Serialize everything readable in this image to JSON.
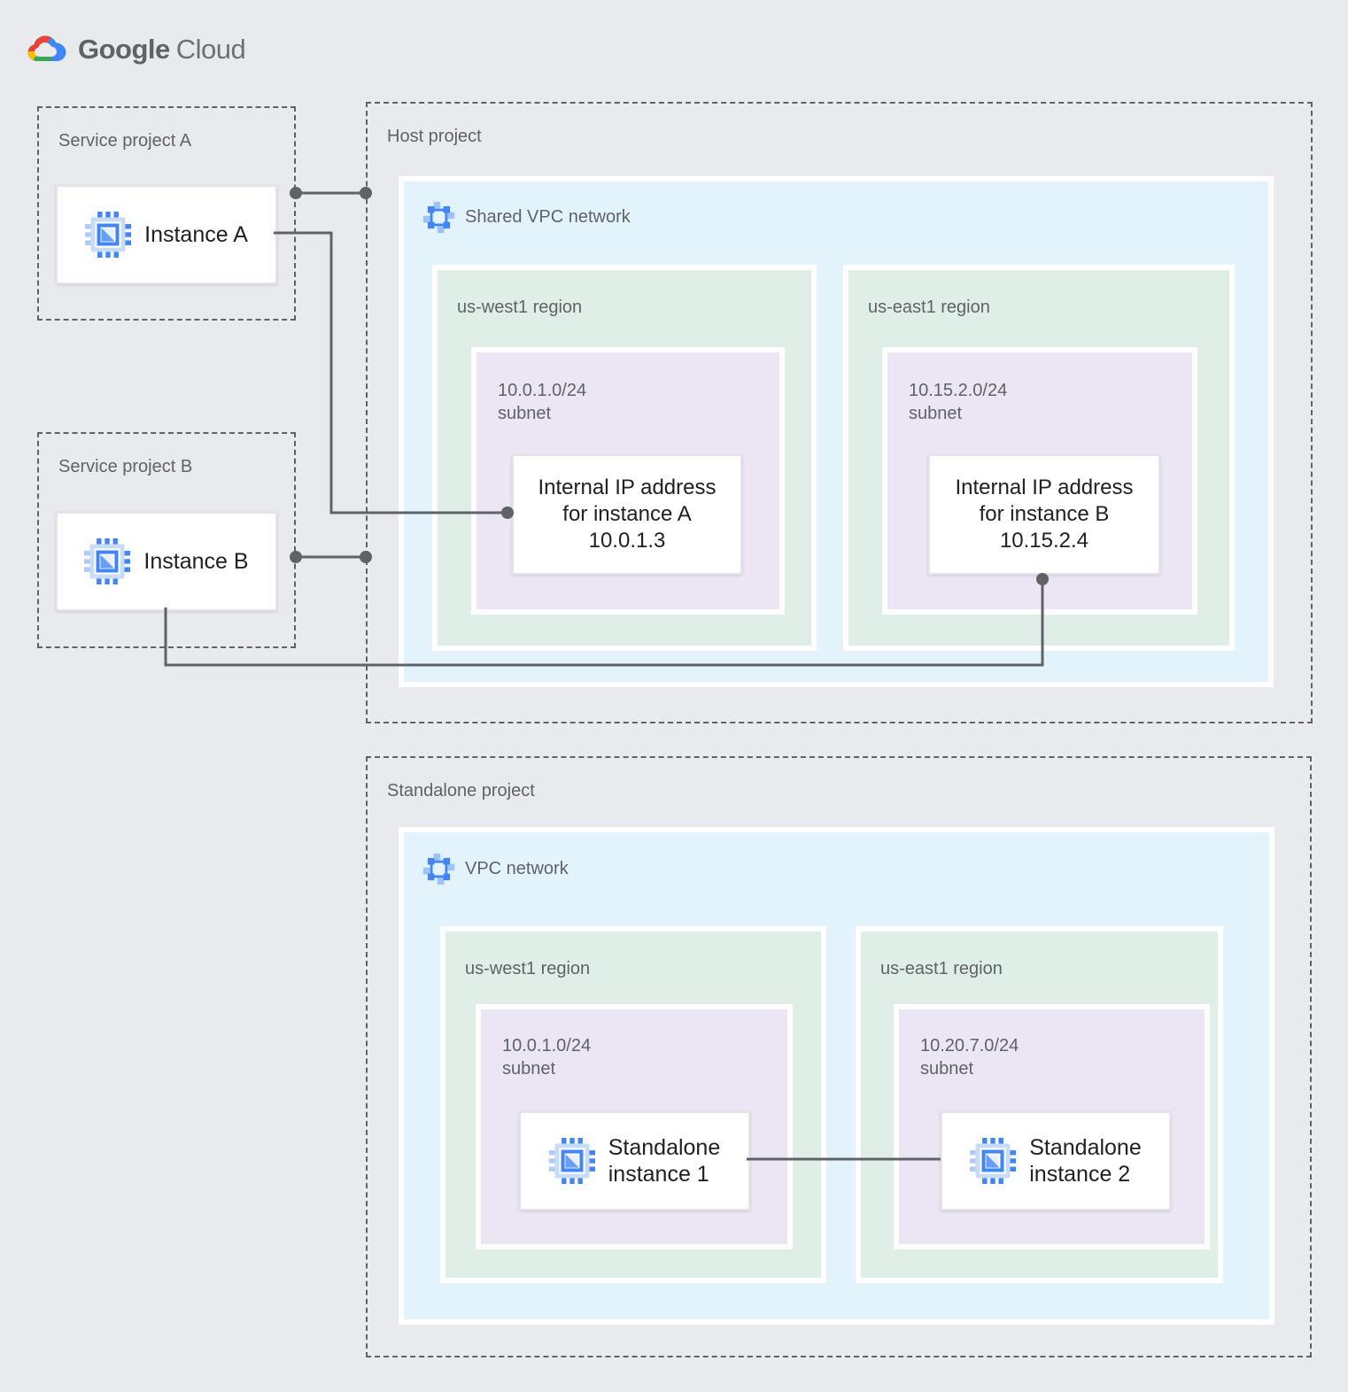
{
  "logo": {
    "part1": "Google",
    "part2": "Cloud"
  },
  "service_project_a": {
    "label": "Service project A",
    "instance": "Instance A"
  },
  "service_project_b": {
    "label": "Service project B",
    "instance": "Instance B"
  },
  "host_project": {
    "label": "Host project",
    "network_label": "Shared VPC network",
    "regions": [
      {
        "name": "us-west1 region",
        "cidr": "10.0.1.0/24",
        "subnet_word": "subnet",
        "ip_box": {
          "line1": "Internal IP address",
          "line2": "for instance A",
          "line3": "10.0.1.3"
        }
      },
      {
        "name": "us-east1 region",
        "cidr": "10.15.2.0/24",
        "subnet_word": "subnet",
        "ip_box": {
          "line1": "Internal IP address",
          "line2": "for instance B",
          "line3": "10.15.2.4"
        }
      }
    ]
  },
  "standalone_project": {
    "label": "Standalone project",
    "network_label": "VPC network",
    "regions": [
      {
        "name": "us-west1 region",
        "cidr": "10.0.1.0/24",
        "subnet_word": "subnet",
        "instance": {
          "line1": "Standalone",
          "line2": "instance 1"
        }
      },
      {
        "name": "us-east1 region",
        "cidr": "10.20.7.0/24",
        "subnet_word": "subnet",
        "instance": {
          "line1": "Standalone",
          "line2": "instance 2"
        }
      }
    ]
  },
  "colors": {
    "background": "#e8eaed",
    "vpc_panel_blue": "#e2f3fc",
    "region_panel_green": "#dfefe7",
    "subnet_panel_purple": "#ebe5f4",
    "connector_gray": "#5f6368",
    "accent_blue": "#4285f4",
    "accent_blue_light": "#aecbfa",
    "google_red": "#ea4335",
    "google_yellow": "#fbbc04",
    "google_green": "#34a853"
  },
  "icons": {
    "google_cloud_logo": "multicolor cloud glyph",
    "vpc_network_icon": "blue square frame with corner nodes",
    "compute_engine_icon": "blue chip with pins"
  }
}
